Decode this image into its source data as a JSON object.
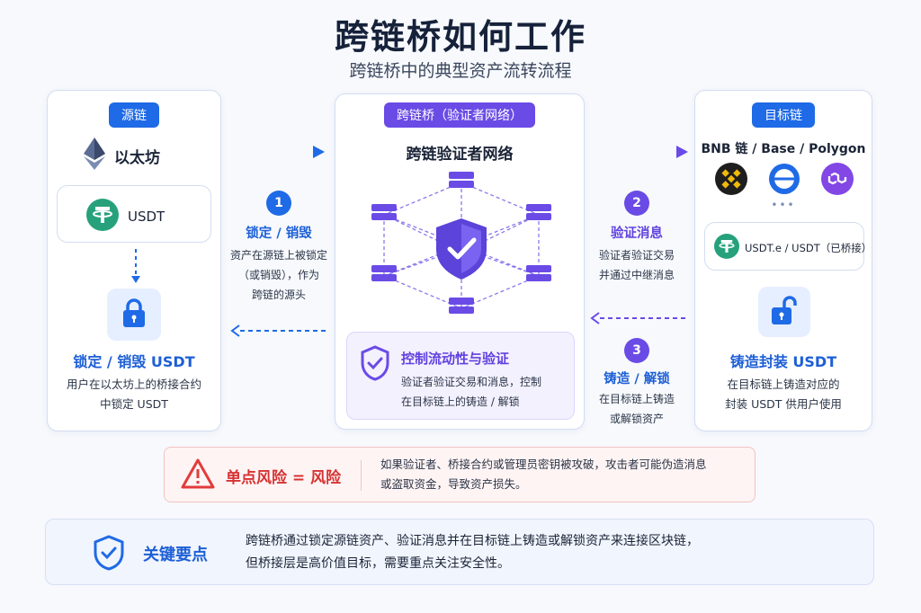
{
  "header": {
    "title": "跨链桥如何工作",
    "subtitle": "跨链桥中的典型资产流转流程"
  },
  "source": {
    "pill": "源链",
    "chain_name": "以太坊",
    "token": "USDT",
    "action_title": "锁定 / 销毁 USDT",
    "desc_lines": [
      "用户在以太坊上的桥接合约",
      "中锁定 USDT"
    ]
  },
  "step1": {
    "num": "1",
    "title": "锁定 / 销毁",
    "desc_lines": [
      "资产在源链上被锁定",
      "（或销毁），作为",
      "跨链的源头"
    ]
  },
  "bridge": {
    "pill": "跨链桥（验证者网络）",
    "title": "跨链验证者网络",
    "control_title": "控制流动性与验证",
    "control_lines": [
      "验证者验证交易和消息，控制",
      "在目标链上的铸造 / 解锁"
    ]
  },
  "step2": {
    "num": "2",
    "title": "验证消息",
    "desc_lines": [
      "验证者验证交易",
      "并通过中继消息"
    ]
  },
  "step3": {
    "num": "3",
    "title": "铸造 / 解锁",
    "desc_lines": [
      "在目标链上铸造",
      "或解锁资产"
    ]
  },
  "target": {
    "pill": "目标链",
    "chains": "BNB 链 / Base / Polygon",
    "more": "•••",
    "token": "USDT.e / USDT（已桥接）",
    "action_title": "铸造封装 USDT",
    "desc_lines": [
      "在目标链上铸造对应的",
      "封装 USDT 供用户使用"
    ]
  },
  "risk": {
    "title": "单点风险 = 风险",
    "desc_lines": [
      "如果验证者、桥接合约或管理员密钥被攻破，攻击者可能伪造消息",
      "或盗取资金，导致资产损失。"
    ]
  },
  "key_point": {
    "title": "关键要点",
    "desc_lines": [
      "跨链桥通过锁定源链资产、验证消息并在目标链上铸造或解锁资产来连接区块链，",
      "但桥接层是高价值目标，需要重点关注安全性。"
    ]
  },
  "colors": {
    "blue": "#1f6ae6",
    "purple": "#6a4be6",
    "teal": "#26a17b",
    "red": "#e23b3b",
    "bnb": "#f0b90b"
  },
  "icons": [
    "ethereum-icon",
    "usdt-icon",
    "lock-icon",
    "unlock-icon",
    "shield-check-icon",
    "server-icon",
    "bnb-icon",
    "base-icon",
    "polygon-icon",
    "warning-icon"
  ]
}
